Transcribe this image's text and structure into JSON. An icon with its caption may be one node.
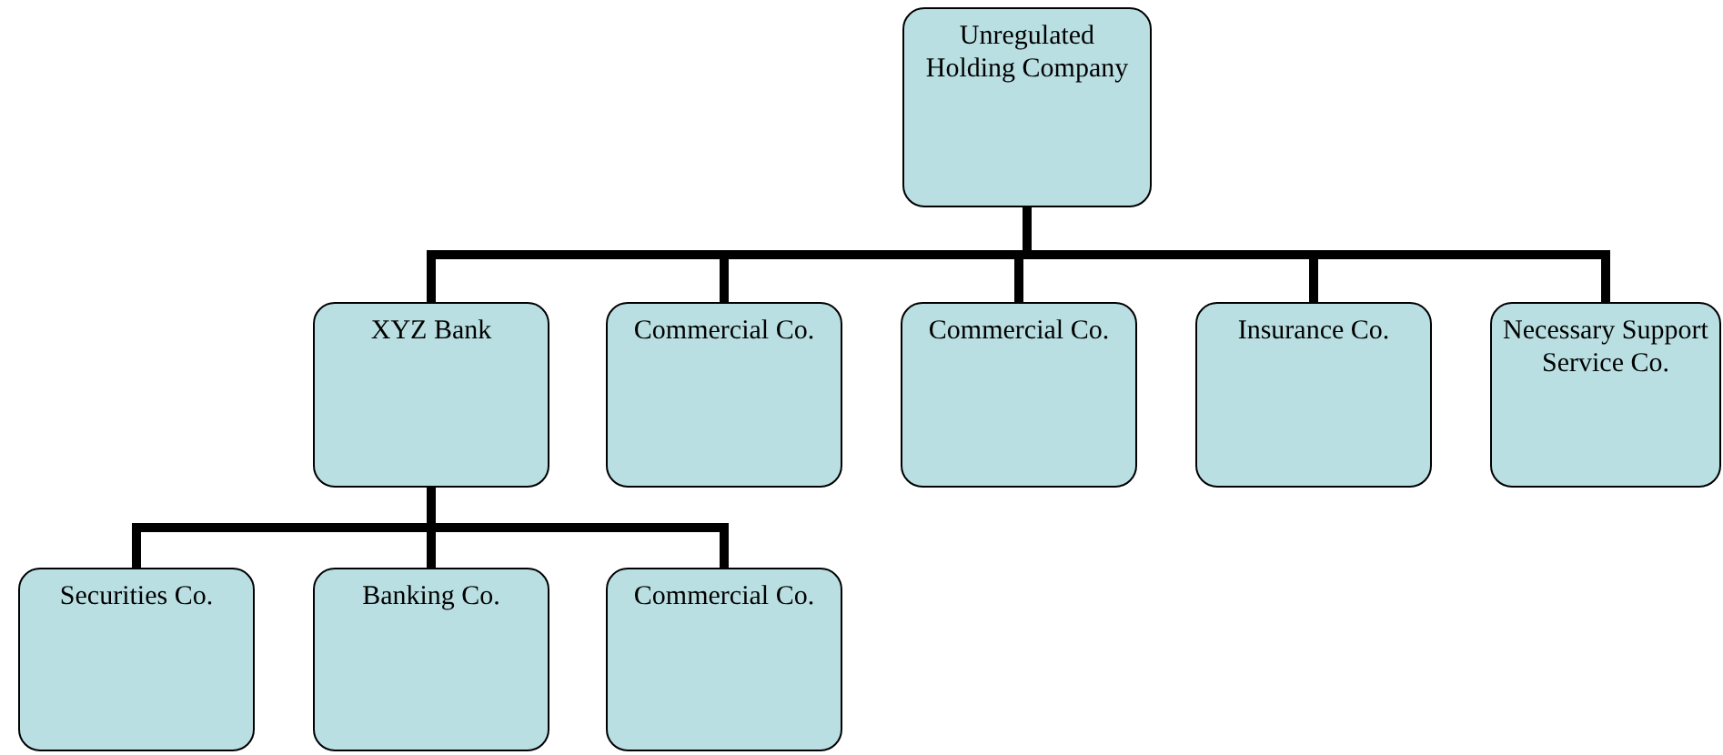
{
  "diagram": {
    "nodes": [
      {
        "text": [
          "Unregulated Holding Company"
        ]
      },
      {
        "text": [
          "XYZ Bank"
        ]
      },
      {
        "text": [
          "Commercial Co."
        ]
      },
      {
        "text": [
          "Commercial Co."
        ]
      },
      {
        "text": [
          "Insurance Co."
        ]
      },
      {
        "text": [
          "Necessary Support Service Co."
        ]
      },
      {
        "text": [
          "Securities Co."
        ]
      },
      {
        "text": [
          "Banking Co."
        ]
      },
      {
        "text": [
          "Commercial Co."
        ]
      }
    ],
    "edges": [
      {
        "from": 0,
        "to": 1,
        "arrow": "none"
      },
      {
        "from": 0,
        "to": 2,
        "arrow": "none"
      },
      {
        "from": 0,
        "to": 3,
        "arrow": "none"
      },
      {
        "from": 0,
        "to": 4,
        "arrow": "none"
      },
      {
        "from": 0,
        "to": 5,
        "arrow": "none"
      },
      {
        "from": 1,
        "to": 6,
        "arrow": "none"
      },
      {
        "from": 1,
        "to": 7,
        "arrow": "none"
      },
      {
        "from": 1,
        "to": 8,
        "arrow": "none"
      }
    ]
  }
}
